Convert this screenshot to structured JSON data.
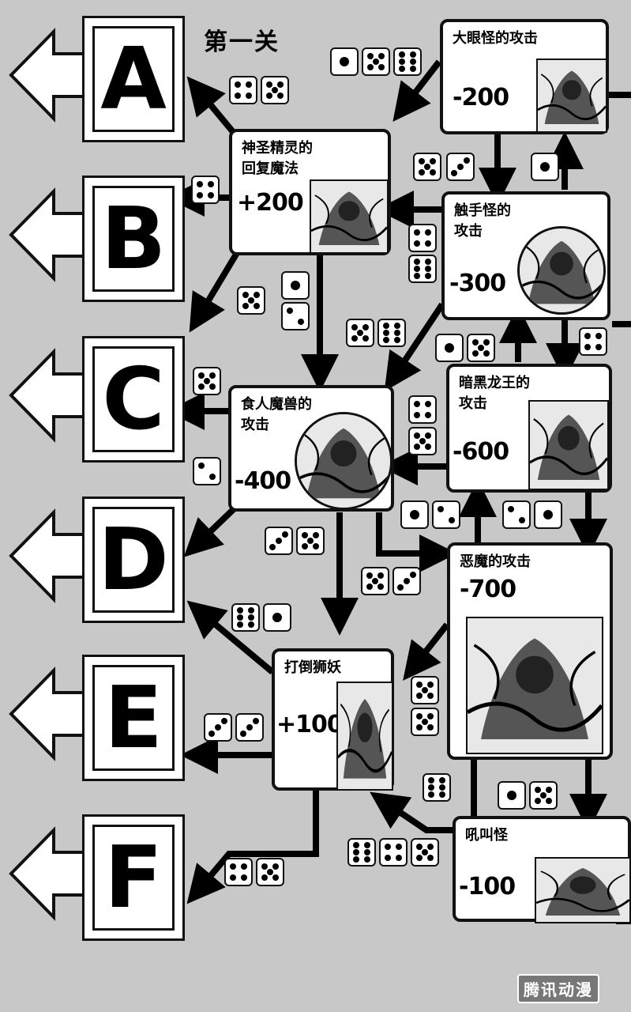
{
  "stage_title": "第一关",
  "exits": [
    "A",
    "B",
    "C",
    "D",
    "E",
    "F"
  ],
  "cards": [
    {
      "id": "eye",
      "title": "大眼怪的攻击",
      "value": "-200"
    },
    {
      "id": "fairy",
      "title": "神圣精灵的\n回复魔法",
      "value": "+200"
    },
    {
      "id": "tentacle",
      "title": "触手怪的\n攻击",
      "value": "-300"
    },
    {
      "id": "maneater",
      "title": "食人魔兽的\n攻击",
      "value": "-400"
    },
    {
      "id": "darkdragon",
      "title": "暗黑龙王的\n攻击",
      "value": "-600"
    },
    {
      "id": "demon",
      "title": "恶魔的攻击",
      "value": "-700"
    },
    {
      "id": "lion",
      "title": "打倒狮妖",
      "value": "+100"
    },
    {
      "id": "howler",
      "title": "吼叫怪",
      "value": "-100"
    }
  ],
  "dice_faces": [
    1,
    5,
    6,
    4,
    5,
    4,
    5,
    3,
    1,
    4,
    6,
    1,
    5,
    2,
    5,
    6,
    1,
    5,
    4,
    5,
    4,
    5,
    2,
    1,
    2,
    2,
    1,
    3,
    5,
    5,
    3,
    6,
    1,
    5,
    5,
    3,
    3,
    6
  ],
  "watermark": "腾讯动漫",
  "colors": {
    "background": "#c8c8c8",
    "ink": "#111111",
    "card": "#ffffff"
  }
}
